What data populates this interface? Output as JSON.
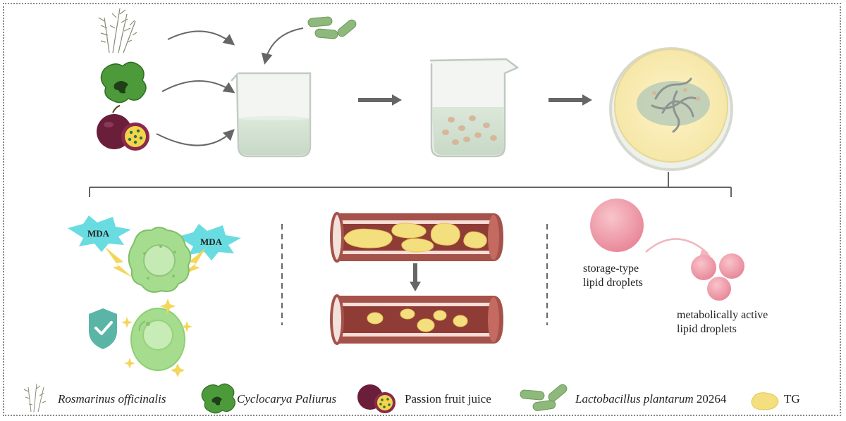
{
  "labels": {
    "mda_left": "MDA",
    "mda_right": "MDA",
    "storage_line1": "storage-type",
    "storage_line2": "lipid droplets",
    "active_line1": "metabolically active",
    "active_line2": "lipid droplets"
  },
  "legend": {
    "rosmarinus": "Rosmarinus officinalis",
    "cyclocarya": "Cyclocarya Paliurus",
    "passion": "Passion fruit juice",
    "lacto_italic": "Lactobacillus plantarum",
    "lacto_strain": " 20264",
    "tg": "TG"
  },
  "colors": {
    "border": "#888888",
    "arrow": "#666666",
    "leaf_green": "#4c9a3a",
    "passion_purple": "#6a1e3a",
    "bacteria_green": "#8fb87c",
    "tg_yellow": "#f4df7e",
    "vessel_red": "#a5524a",
    "droplet_pink": "#ec96a1",
    "mda_cyan": "#4fd6dc",
    "cell_green": "#a6dc8e"
  },
  "icons": [
    "rosemary-icon",
    "cyclocarya-icon",
    "passion-fruit-icon",
    "bacteria-icon",
    "beaker-icon",
    "petri-dish-icon",
    "shield-check-icon",
    "sparkle-icon",
    "blood-vessel-icon",
    "lipid-droplet-icon"
  ]
}
